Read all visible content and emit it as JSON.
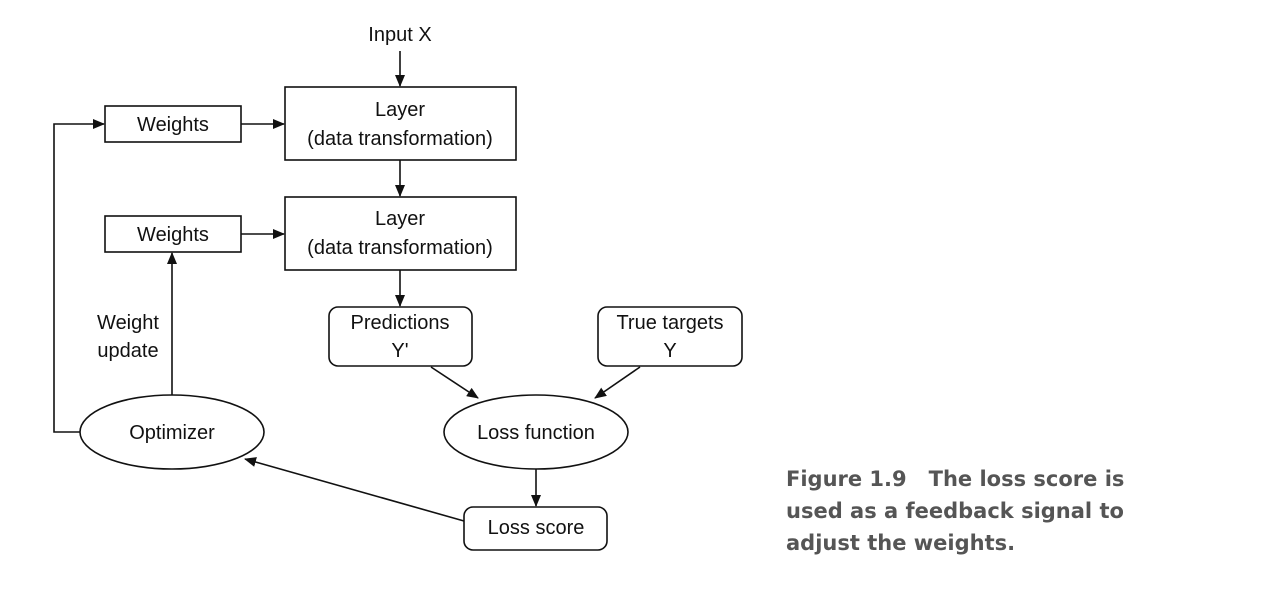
{
  "diagram": {
    "input_label": "Input X",
    "layer1": {
      "title": "Layer",
      "subtitle": "(data transformation)"
    },
    "layer2": {
      "title": "Layer",
      "subtitle": "(data transformation)"
    },
    "weights1": "Weights",
    "weights2": "Weights",
    "predictions": {
      "line1": "Predictions",
      "line2": "Y'"
    },
    "true_targets": {
      "line1": "True targets",
      "line2": "Y"
    },
    "loss_function": "Loss function",
    "loss_score": "Loss score",
    "optimizer": "Optimizer",
    "weight_update": {
      "line1": "Weight",
      "line2": "update"
    }
  },
  "caption": {
    "number": "Figure 1.9",
    "line1": "The loss score is",
    "line2": "used as a feedback signal to",
    "line3": "adjust the weights."
  },
  "colors": {
    "stroke": "#111111",
    "caption": "#555555"
  }
}
